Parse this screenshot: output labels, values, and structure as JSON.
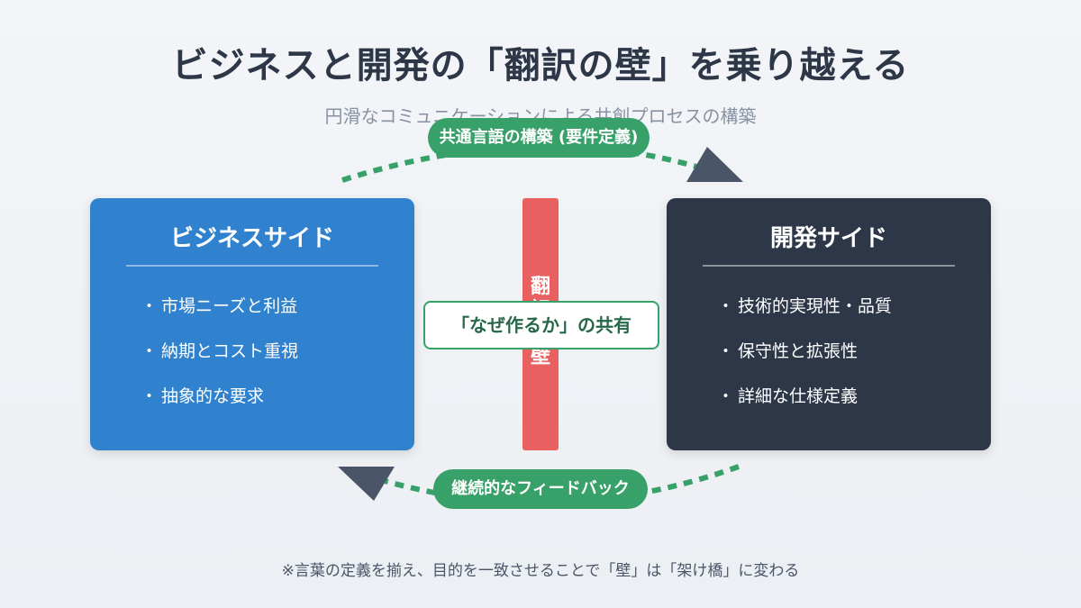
{
  "title": "ビジネスと開発の「翻訳の壁」を乗り越える",
  "subtitle": "円滑なコミュニケーションによる共創プロセスの構築",
  "top_pill": "共通言語の構築 (要件定義)",
  "bottom_pill": "継続的なフィードバック",
  "business": {
    "title": "ビジネスサイド",
    "items": [
      "市場ニーズと利益",
      "納期とコスト重視",
      "抽象的な要求"
    ]
  },
  "development": {
    "title": "開発サイド",
    "items": [
      "技術的実現性・品質",
      "保守性と拡張性",
      "詳細な仕様定義"
    ]
  },
  "wall_label": "翻訳の壁",
  "shared_box": "「なぜ作るか」の共有",
  "footnote": "※言葉の定義を揃え、目的を一致させることで「壁」は「架け橋」に変わる",
  "colors": {
    "business": "#3182ce",
    "development": "#2d3748",
    "wall": "#e86060",
    "accent_green": "#38a169",
    "arrow_head": "#4a5568"
  }
}
